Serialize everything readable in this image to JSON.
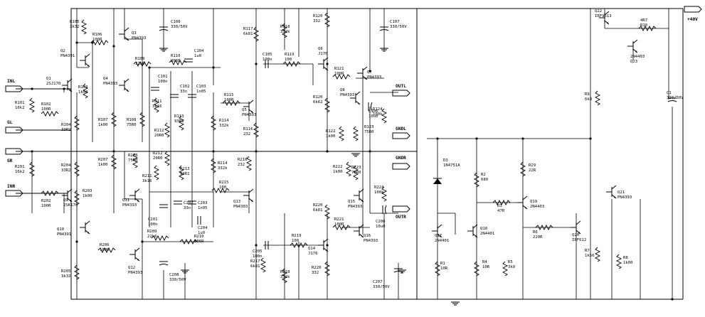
{
  "ports": {
    "inl": "INL",
    "gl": "GL",
    "gr": "GR",
    "inr": "INR",
    "outl": "OUTL",
    "gndl": "GNDL",
    "gndr": "GNDR",
    "outr": "OUTR",
    "pwr": "+40V"
  },
  "resistors": [
    {
      "name": "R105",
      "value": "3k32"
    },
    {
      "name": "R106",
      "value": "100R"
    },
    {
      "name": "R109",
      "value": "22k6"
    },
    {
      "name": "R110",
      "value": "806R"
    },
    {
      "name": "R103",
      "value": "1k00"
    },
    {
      "name": "R102",
      "value": "100R"
    },
    {
      "name": "R101",
      "value": "16k2"
    },
    {
      "name": "R104",
      "value": "33R2"
    },
    {
      "name": "R107",
      "value": "1k00"
    },
    {
      "name": "R108",
      "value": "75R0"
    },
    {
      "name": "R111",
      "value": "3k16"
    },
    {
      "name": "R112",
      "value": "20R0"
    },
    {
      "name": "R113",
      "value": "93R1"
    },
    {
      "name": "R114",
      "value": "332k"
    },
    {
      "name": "R115",
      "value": "100R"
    },
    {
      "name": "R116",
      "value": "232"
    },
    {
      "name": "R117",
      "value": "6k81"
    },
    {
      "name": "R118",
      "value": "332k"
    },
    {
      "name": "R119",
      "value": "100"
    },
    {
      "name": "R120",
      "value": "332"
    },
    {
      "name": "R121",
      "value": "100R"
    },
    {
      "name": "R120",
      "value": "6k62"
    },
    {
      "name": "R122",
      "value": "1k00"
    },
    {
      "name": "R123",
      "value": "75R0"
    },
    {
      "name": "R124",
      "value": "100k"
    },
    {
      "name": "R201",
      "value": "16k2"
    },
    {
      "name": "R202",
      "value": "100R"
    },
    {
      "name": "R203",
      "value": "1k00"
    },
    {
      "name": "R204",
      "value": "33R2"
    },
    {
      "name": "R205",
      "value": "3k32"
    },
    {
      "name": "R206",
      "value": "100R"
    },
    {
      "name": "R207",
      "value": "1k00"
    },
    {
      "name": "R208",
      "value": "75R0"
    },
    {
      "name": "R209",
      "value": "22k6"
    },
    {
      "name": "R210",
      "value": "806R"
    },
    {
      "name": "R211",
      "value": "3k16"
    },
    {
      "name": "R212",
      "value": "20R0"
    },
    {
      "name": "R213",
      "value": "93R1"
    },
    {
      "name": "R214",
      "value": "332k"
    },
    {
      "name": "R215",
      "value": "100"
    },
    {
      "name": "R216",
      "value": "232"
    },
    {
      "name": "R217",
      "value": "6k81"
    },
    {
      "name": "R218",
      "value": "332k"
    },
    {
      "name": "R219",
      "value": "100"
    },
    {
      "name": "R220",
      "value": "6k81"
    },
    {
      "name": "R220",
      "value": "332"
    },
    {
      "name": "R221",
      "value": "100R"
    },
    {
      "name": "R222",
      "value": "1k00"
    },
    {
      "name": "R223",
      "value": "75R0"
    },
    {
      "name": "R224",
      "value": "100k"
    },
    {
      "name": "R1",
      "value": "10R"
    },
    {
      "name": "R2",
      "value": "680"
    },
    {
      "name": "R3",
      "value": "47R"
    },
    {
      "name": "R4",
      "value": "10R"
    },
    {
      "name": "R5",
      "value": "3k9"
    },
    {
      "name": "R6",
      "value": "220R"
    },
    {
      "name": "R7",
      "value": "1k56"
    },
    {
      "name": "R8",
      "value": "1k00"
    },
    {
      "name": "R9",
      "value": "6k8"
    },
    {
      "name": "R29",
      "value": "22R"
    },
    {
      "name": "4R7",
      "value": "R10"
    }
  ],
  "capacitors": [
    {
      "name": "C108",
      "value": "330/50V"
    },
    {
      "name": "C104",
      "value": "1u0"
    },
    {
      "name": "C101",
      "value": "100n"
    },
    {
      "name": "C102",
      "value": "33n"
    },
    {
      "name": "C103",
      "value": "1n05"
    },
    {
      "name": "C105",
      "value": "100n"
    },
    {
      "name": "C106",
      "value": "10u0"
    },
    {
      "name": "C107",
      "value": "330/50V"
    },
    {
      "name": "C201",
      "value": "100n"
    },
    {
      "name": "C202",
      "value": "33n"
    },
    {
      "name": "C203",
      "value": "1n05"
    },
    {
      "name": "C204",
      "value": "1u0"
    },
    {
      "name": "C205",
      "value": "100n"
    },
    {
      "name": "C206",
      "value": "10u0"
    },
    {
      "name": "C207",
      "value": "330/50V"
    },
    {
      "name": "C208",
      "value": "330/50V"
    },
    {
      "name": "C1",
      "value": "330/50V"
    }
  ],
  "transistors": [
    {
      "name": "Q1",
      "type": "2SJ170"
    },
    {
      "name": "Q2",
      "type": "PN4391"
    },
    {
      "name": "Q3",
      "type": "PN4393"
    },
    {
      "name": "Q4",
      "type": "PN4393"
    },
    {
      "name": "Q5",
      "type": "PN4393"
    },
    {
      "name": "Q6",
      "type": "J176"
    },
    {
      "name": "Q7",
      "type": "PN4393"
    },
    {
      "name": "Q8",
      "type": "PN4393"
    },
    {
      "name": "Q9",
      "type": "2SK170"
    },
    {
      "name": "Q10",
      "type": "PN4391"
    },
    {
      "name": "Q11",
      "type": "PN4393"
    },
    {
      "name": "Q12",
      "type": "PN4393"
    },
    {
      "name": "Q13",
      "type": "PN4303"
    },
    {
      "name": "Q14",
      "type": "J176"
    },
    {
      "name": "Q15",
      "type": "PN4393"
    },
    {
      "name": "Q16",
      "type": "PN4393"
    },
    {
      "name": "Q17",
      "type": "2N4401"
    },
    {
      "name": "Q18",
      "type": "2N4401"
    },
    {
      "name": "Q19",
      "type": "2N4403"
    },
    {
      "name": "Q20",
      "type": "IRF612"
    },
    {
      "name": "Q21",
      "type": "PN4393"
    },
    {
      "name": "Q22",
      "type": "IRF9613"
    },
    {
      "name": "2N4403",
      "type": "Q23"
    }
  ],
  "diodes": [
    {
      "name": "D3",
      "type": "1N4751A"
    }
  ]
}
